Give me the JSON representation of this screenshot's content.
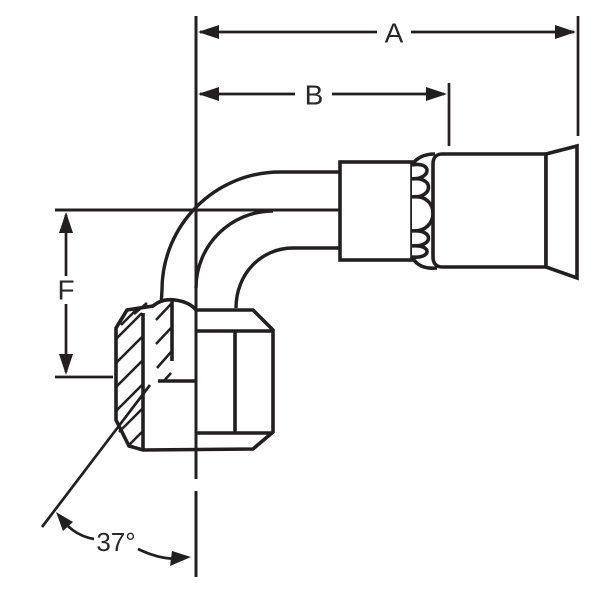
{
  "diagram": {
    "background_color": "#ffffff",
    "line_color": "#231f20",
    "text_color": "#2b2828",
    "labels": {
      "dim_a": "A",
      "dim_b": "B",
      "dim_f": "F",
      "flare_angle": "37°"
    }
  }
}
